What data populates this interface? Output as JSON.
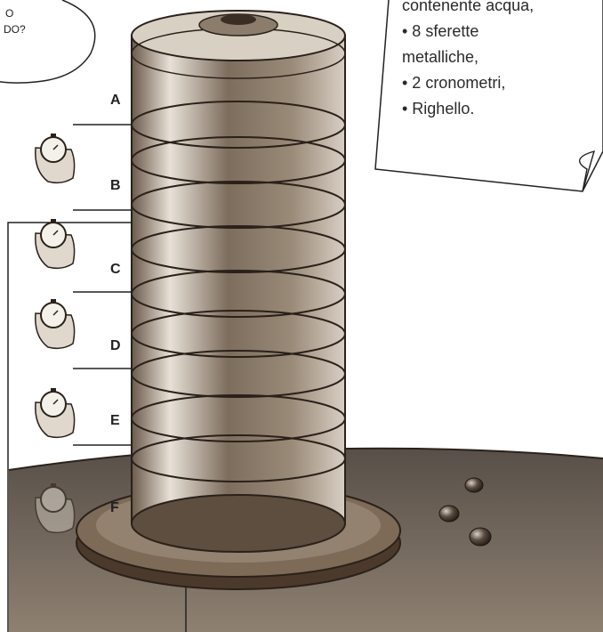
{
  "speech_bubble": {
    "line1": "O",
    "line2": "DO?"
  },
  "materials_note": {
    "items": [
      "contenente acqua,",
      "• 8 sferette",
      "metalliche,",
      "• 2 cronometri,",
      "• Righello."
    ]
  },
  "levels": [
    "A",
    "B",
    "C",
    "D",
    "E",
    "F"
  ],
  "colors": {
    "sketch_dark": "#3b2f25",
    "sketch_mid": "#6d5c4c",
    "sketch_light": "#b7a999",
    "base_brown": "#5a4230"
  },
  "icons": {
    "stopwatch": "stopwatch-in-hand-icon",
    "metal_sphere": "metal-sphere-icon"
  }
}
